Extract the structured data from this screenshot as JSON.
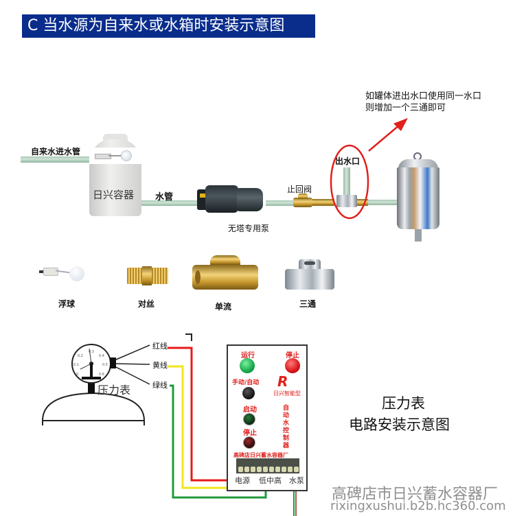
{
  "title": "C 当水源为自来水或水箱时安装示意图",
  "colors": {
    "title_bg": "#0a2d8c",
    "accent_red": "#e0201c",
    "wire_red": "#e8191a",
    "wire_yellow": "#f5e51a",
    "wire_green": "#1f9a3a",
    "pipe": "#b7d3c2"
  },
  "installation": {
    "inlet_pipe_label": "自来水进水管",
    "tank_label": "日兴容器",
    "water_pipe_label": "水管",
    "pump_label": "无塔专用泵",
    "check_valve_label": "止回阀",
    "outlet_label": "出水口",
    "note_lines": [
      "如罐体进出水口使用同一水口",
      "则增加一个三通即可"
    ]
  },
  "parts": [
    {
      "label": "浮球",
      "icon": "float-ball-icon"
    },
    {
      "label": "对丝",
      "icon": "threaded-nipple-icon"
    },
    {
      "label": "单流",
      "icon": "check-valve-icon"
    },
    {
      "label": "三通",
      "icon": "tee-fitting-icon"
    }
  ],
  "wiring": {
    "gauge_label": "压力表",
    "gauge_ticks": [
      "0",
      "0.1",
      "0.2",
      "0.3",
      "0.4",
      "0.5",
      "0.6"
    ],
    "wires": [
      {
        "label": "红线",
        "color": "#e8191a"
      },
      {
        "label": "黄线",
        "color": "#f5e51a"
      },
      {
        "label": "绿线",
        "color": "#1f9a3a"
      }
    ],
    "caption_lines": [
      "压力表",
      "电路安装示意图"
    ]
  },
  "controller": {
    "run_label": "运行",
    "stop_label_top": "停止",
    "mode_label": "手动/自动",
    "logo_letter": "R",
    "logo_sub": "日兴智能型",
    "start_label": "启动",
    "stop_label": "停止",
    "vertical_text": [
      "自",
      "动",
      "水",
      "控",
      "制",
      "器"
    ],
    "maker": "高碑店日兴蓄水容器厂",
    "terminal_labels": {
      "power": "电源",
      "low": "低",
      "mid": "中",
      "high": "高",
      "pump": "水泵"
    }
  },
  "watermark": {
    "company": "高碑店市日兴蓄水容器厂",
    "url": "rixingxushui.b2b.hc360.com"
  }
}
